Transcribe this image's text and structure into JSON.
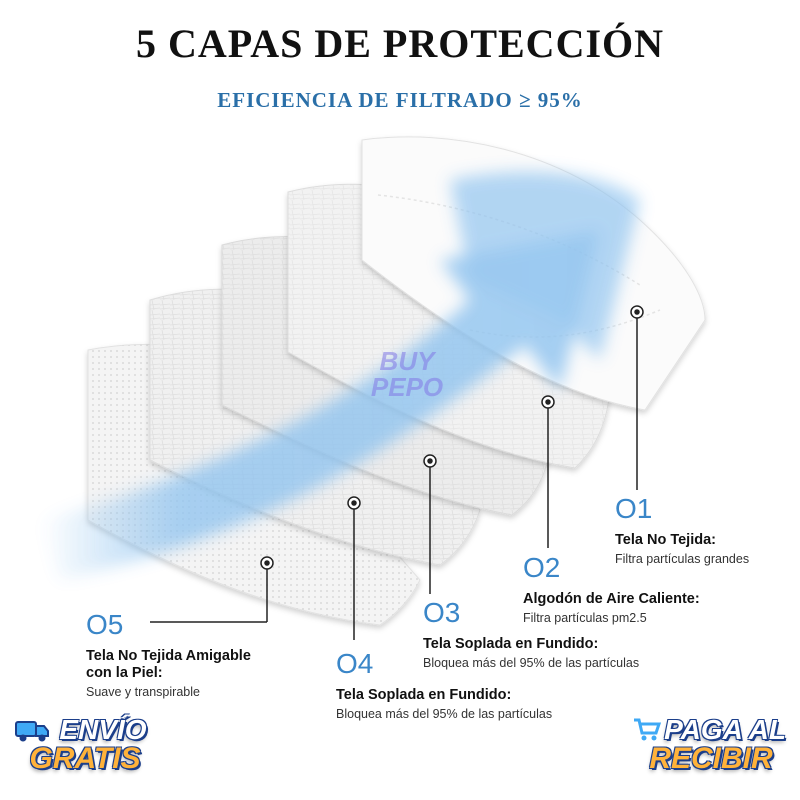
{
  "header": {
    "title": "5 CAPAS DE PROTECCIÓN",
    "subtitle": "EFICIENCIA DE FILTRADO ≥ 95%"
  },
  "layers": [
    {
      "number": "O1",
      "name": "Tela No Tejida:",
      "description": "Filtra partículas grandes"
    },
    {
      "number": "O2",
      "name": "Algodón de Aire Caliente:",
      "description": "Filtra partículas pm2.5"
    },
    {
      "number": "O3",
      "name": "Tela Soplada en Fundido:",
      "description": "Bloquea más del 95% de las partículas"
    },
    {
      "number": "O4",
      "name": "Tela Soplada en Fundido:",
      "description": "Bloquea más del 95% de las partículas"
    },
    {
      "number": "O5",
      "name_line1": "Tela No Tejida Amigable",
      "name_line2": "con la Piel:",
      "description": "Suave y transpirable"
    }
  ],
  "watermark": {
    "line1": "BUY",
    "line2": "PEPO"
  },
  "badges": {
    "shipping": {
      "line1": "ENVÍO",
      "line2": "GRATIS"
    },
    "payment": {
      "line1": "PAGA AL",
      "line2": "RECIBIR"
    }
  },
  "colors": {
    "accent": "#3a86c8",
    "subtitle": "#2a6fa8",
    "airflow": "#8fc3ef",
    "badge_orange": "#ffb23a",
    "badge_blue": "#1b3e8a"
  }
}
